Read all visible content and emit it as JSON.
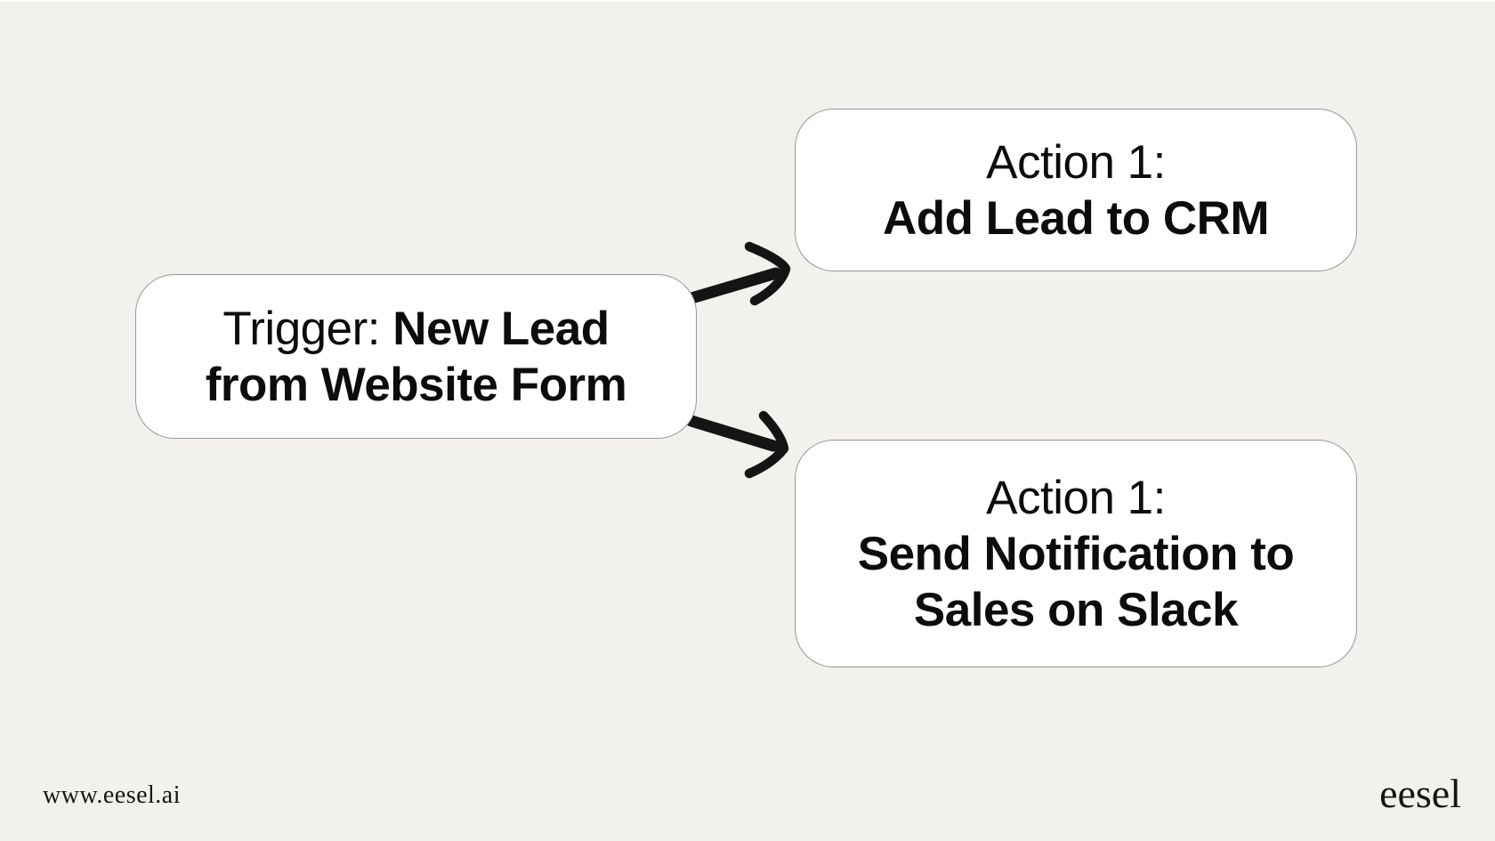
{
  "colors": {
    "page_background": "#f3f1ee",
    "box_fill": "#ffffff",
    "box_border": "#979797",
    "text": "#0c0c0c",
    "arrow": "#141414"
  },
  "diagram": {
    "trigger_box": {
      "label_regular": "Trigger:",
      "label_bold": "New Lead from Website Form"
    },
    "action_boxes": [
      {
        "label_regular": "Action 1:",
        "label_bold": "Add Lead to CRM"
      },
      {
        "label_regular": "Action 1:",
        "label_bold": "Send Notification to Sales on Slack"
      }
    ]
  },
  "footer": {
    "website_url": "www.eesel.ai",
    "brand_logo": "eesel"
  }
}
